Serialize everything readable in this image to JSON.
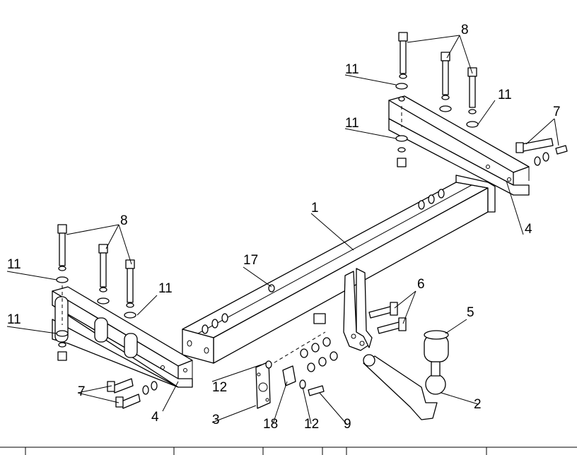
{
  "callouts": [
    {
      "id": "c8a",
      "text": "8"
    },
    {
      "id": "c11a",
      "text": "11"
    },
    {
      "id": "c11b",
      "text": "11"
    },
    {
      "id": "c11c",
      "text": "11"
    },
    {
      "id": "c7a",
      "text": "7"
    },
    {
      "id": "c4a",
      "text": "4"
    },
    {
      "id": "c1",
      "text": "1"
    },
    {
      "id": "c8b",
      "text": "8"
    },
    {
      "id": "c11d",
      "text": "11"
    },
    {
      "id": "c11e",
      "text": "11"
    },
    {
      "id": "c11f",
      "text": "11"
    },
    {
      "id": "c17",
      "text": "17"
    },
    {
      "id": "c6",
      "text": "6"
    },
    {
      "id": "c5",
      "text": "5"
    },
    {
      "id": "c12a",
      "text": "12"
    },
    {
      "id": "c7b",
      "text": "7"
    },
    {
      "id": "c4b",
      "text": "4"
    },
    {
      "id": "c3",
      "text": "3"
    },
    {
      "id": "c18",
      "text": "18"
    },
    {
      "id": "c12b",
      "text": "12"
    },
    {
      "id": "c9",
      "text": "9"
    },
    {
      "id": "c2",
      "text": "2"
    }
  ]
}
